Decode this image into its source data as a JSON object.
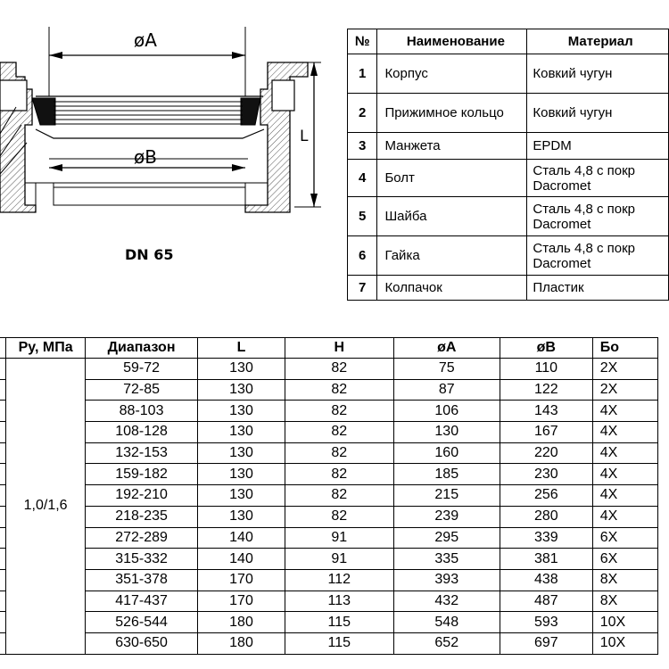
{
  "drawing": {
    "dim_a": "øA",
    "dim_b": "øB",
    "dim_l": "L",
    "dn_label": "DN 65"
  },
  "parts_table": {
    "headers": [
      "№",
      "Наименование",
      "Материал"
    ],
    "rows": [
      {
        "no": "1",
        "name": "Корпус",
        "material": "Ковкий чугун"
      },
      {
        "no": "2",
        "name": "Прижимное кольцо",
        "material": "Ковкий чугун"
      },
      {
        "no": "3",
        "name": "Манжета",
        "material": "EPDM"
      },
      {
        "no": "4",
        "name": "Болт",
        "material": "Сталь 4,8 с покр",
        "material2": "Dacromet"
      },
      {
        "no": "5",
        "name": "Шайба",
        "material": "Сталь 4,8 с покр",
        "material2": "Dacromet"
      },
      {
        "no": "6",
        "name": "Гайка",
        "material": "Сталь 4,8 с покр",
        "material2": "Dacromet"
      },
      {
        "no": "7",
        "name": "Колпачок",
        "material": "Пластик"
      }
    ]
  },
  "spec_table": {
    "headers": [
      "",
      "Py, МПа",
      "Диапазон",
      "L",
      "H",
      "øA",
      "øB",
      "Бо"
    ],
    "pressure": "1,0/1,6",
    "rows": [
      {
        "range": "59-72",
        "L": "130",
        "H": "82",
        "A": "75",
        "B": "110",
        "bolts": "2X"
      },
      {
        "range": "72-85",
        "L": "130",
        "H": "82",
        "A": "87",
        "B": "122",
        "bolts": "2X"
      },
      {
        "range": "88-103",
        "L": "130",
        "H": "82",
        "A": "106",
        "B": "143",
        "bolts": "4X"
      },
      {
        "range": "108-128",
        "L": "130",
        "H": "82",
        "A": "130",
        "B": "167",
        "bolts": "4X"
      },
      {
        "range": "132-153",
        "L": "130",
        "H": "82",
        "A": "160",
        "B": "220",
        "bolts": "4X"
      },
      {
        "range": "159-182",
        "L": "130",
        "H": "82",
        "A": "185",
        "B": "230",
        "bolts": "4X"
      },
      {
        "range": "192-210",
        "L": "130",
        "H": "82",
        "A": "215",
        "B": "256",
        "bolts": "4X"
      },
      {
        "range": "218-235",
        "L": "130",
        "H": "82",
        "A": "239",
        "B": "280",
        "bolts": "4X"
      },
      {
        "range": "272-289",
        "L": "140",
        "H": "91",
        "A": "295",
        "B": "339",
        "bolts": "6X"
      },
      {
        "range": "315-332",
        "L": "140",
        "H": "91",
        "A": "335",
        "B": "381",
        "bolts": "6X"
      },
      {
        "range": "351-378",
        "L": "170",
        "H": "112",
        "A": "393",
        "B": "438",
        "bolts": "8X"
      },
      {
        "range": "417-437",
        "L": "170",
        "H": "113",
        "A": "432",
        "B": "487",
        "bolts": "8X"
      },
      {
        "range": "526-544",
        "L": "180",
        "H": "115",
        "A": "548",
        "B": "593",
        "bolts": "10X"
      },
      {
        "range": "630-650",
        "L": "180",
        "H": "115",
        "A": "652",
        "B": "697",
        "bolts": "10X"
      }
    ]
  }
}
